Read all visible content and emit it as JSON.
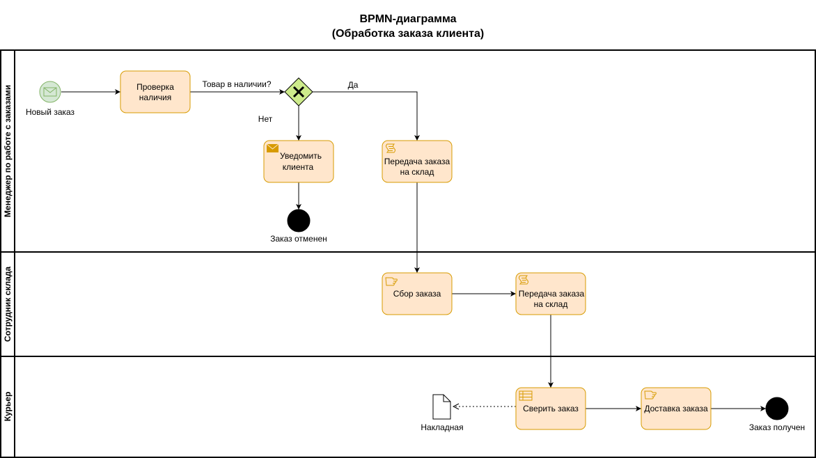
{
  "title": {
    "line1": "BPMN-диаграмма",
    "line2": "(Обработка заказа клиента)"
  },
  "lanes": {
    "manager": "Менеджер по работе с заказами",
    "warehouse": "Сотрудник склада",
    "courier": "Курьер"
  },
  "events": {
    "start": "Новый заказ",
    "cancelled": "Заказ отменен",
    "received": "Заказ получен"
  },
  "gateway": {
    "question": "Товар в наличии?",
    "yes": "Да",
    "no": "Нет"
  },
  "tasks": {
    "check": [
      "Проверка",
      "наличия"
    ],
    "notify": [
      "Уведомить",
      "клиента"
    ],
    "transfer1": [
      "Передача заказа",
      "на склад"
    ],
    "collect": [
      "Сбор заказа"
    ],
    "transfer2": [
      "Передача заказа",
      "на склад"
    ],
    "verify": [
      "Сверить заказ"
    ],
    "delivery": [
      "Доставка заказа"
    ]
  },
  "artifacts": {
    "invoice": "Накладная"
  },
  "colors": {
    "task_fill": "#ffe6cc",
    "task_stroke": "#d79b00",
    "start_fill": "#d5e8d4",
    "start_stroke": "#82b366",
    "gateway_fill": "#cdeb8b",
    "icon_gold": "#d79b00",
    "line": "#000000"
  }
}
